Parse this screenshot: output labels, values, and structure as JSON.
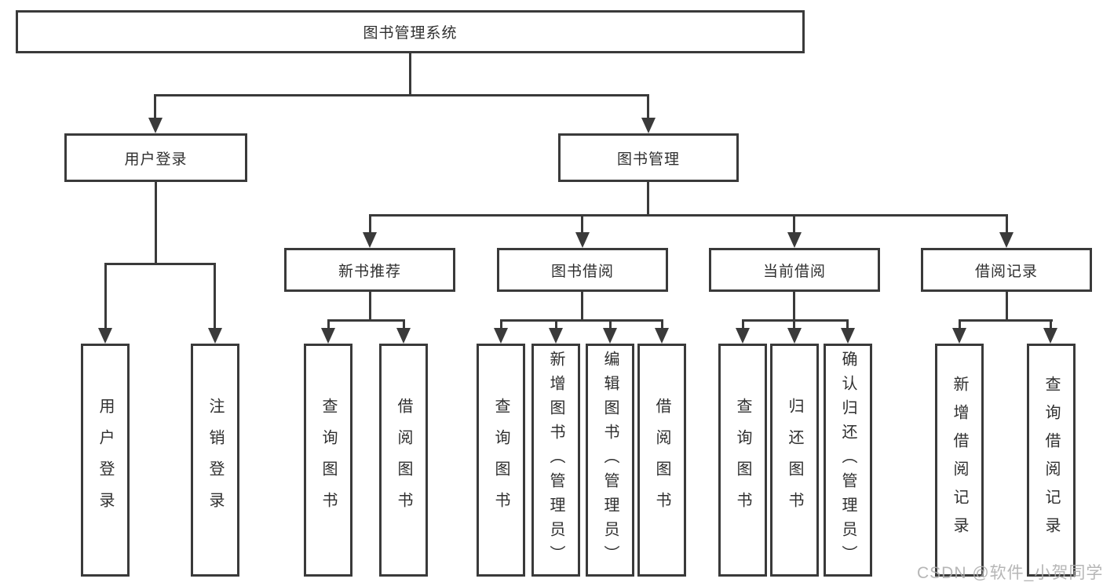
{
  "diagram": {
    "type": "hierarchy-tree",
    "background": "#ffffff",
    "line_color": "#3a3a3a",
    "text_color": "#2f2f2f",
    "watermark_color": "#acacac",
    "watermark": "CSDN @软件_小贺同学",
    "nodes": {
      "root": {
        "label": "图书管理系统"
      },
      "user_login": {
        "label": "用户登录"
      },
      "book_mgmt": {
        "label": "图书管理"
      },
      "new_book_rec": {
        "label": "新书推荐"
      },
      "book_borrow": {
        "label": "图书借阅"
      },
      "current_borrow": {
        "label": "当前借阅"
      },
      "borrow_records": {
        "label": "借阅记录"
      },
      "leaf_user_login": {
        "label": "用户登录"
      },
      "leaf_logout": {
        "label": "注销登录"
      },
      "leaf_query_book_rec": {
        "label": "查询图书"
      },
      "leaf_borrow_book_rec": {
        "label": "借阅图书"
      },
      "leaf_query_book_borrow": {
        "label": "查询图书"
      },
      "leaf_add_book_admin": {
        "label": "新增图书（管理员）"
      },
      "leaf_edit_book_admin": {
        "label": "编辑图书（管理员）"
      },
      "leaf_borrow_book_borrow": {
        "label": "借阅图书"
      },
      "leaf_query_book_current": {
        "label": "查询图书"
      },
      "leaf_return_book": {
        "label": "归还图书"
      },
      "leaf_confirm_return_admin": {
        "label": "确认归还（管理员）"
      },
      "leaf_add_borrow_record": {
        "label": "新增借阅记录"
      },
      "leaf_query_borrow_record": {
        "label": "查询借阅记录"
      }
    },
    "hierarchy": {
      "图书管理系统": {
        "用户登录": [
          "用户登录",
          "注销登录"
        ],
        "图书管理": {
          "新书推荐": [
            "查询图书",
            "借阅图书"
          ],
          "图书借阅": [
            "查询图书",
            "新增图书（管理员）",
            "编辑图书（管理员）",
            "借阅图书"
          ],
          "当前借阅": [
            "查询图书",
            "归还图书",
            "确认归还（管理员）"
          ],
          "借阅记录": [
            "新增借阅记录",
            "查询借阅记录"
          ]
        }
      }
    }
  }
}
